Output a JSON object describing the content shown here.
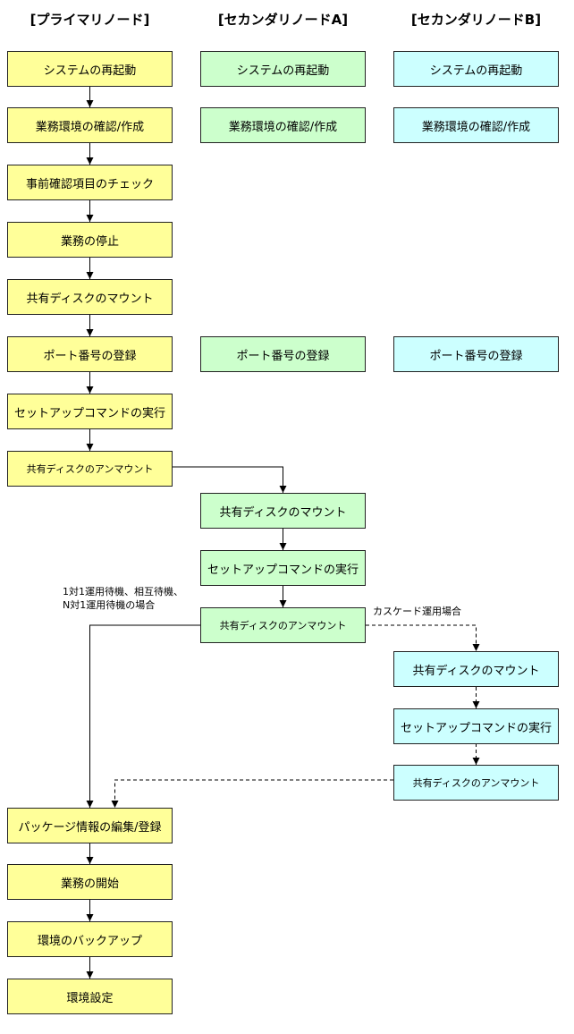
{
  "columns": {
    "primary": "[プライマリノード]",
    "secondary_a": "[セカンダリノードA]",
    "secondary_b": "[セカンダリノードB]"
  },
  "primary_steps": {
    "restart": "システムの再起動",
    "env_check": "業務環境の確認/作成",
    "precheck": "事前確認項目のチェック",
    "stop_business": "業務の停止",
    "mount": "共有ディスクのマウント",
    "port_register": "ポート番号の登録",
    "setup_command": "セットアップコマンドの実行",
    "unmount": "共有ディスクのアンマウント",
    "package_edit": "パッケージ情報の編集/登録",
    "start_business": "業務の開始",
    "backup": "環境のバックアップ",
    "env_settings": "環境設定"
  },
  "secondary_a_steps": {
    "restart": "システムの再起動",
    "env_check": "業務環境の確認/作成",
    "port_register": "ポート番号の登録",
    "mount": "共有ディスクのマウント",
    "setup_command": "セットアップコマンドの実行",
    "unmount": "共有ディスクのアンマウント"
  },
  "secondary_b_steps": {
    "restart": "システムの再起動",
    "env_check": "業務環境の確認/作成",
    "port_register": "ポート番号の登録",
    "mount": "共有ディスクのマウント",
    "setup_command": "セットアップコマンドの実行",
    "unmount": "共有ディスクのアンマウント"
  },
  "notes": {
    "standby_line1": "1対1運用待機、相互待機、",
    "standby_line2": "N対1運用待機の場合",
    "cascade": "カスケード運用場合"
  },
  "colors": {
    "primary_fill": "#FFFF99",
    "secondary_a_fill": "#CCFFCC",
    "secondary_b_fill": "#CCFFFF",
    "border": "#222222"
  }
}
